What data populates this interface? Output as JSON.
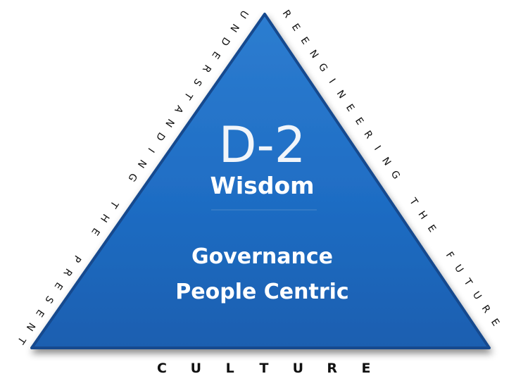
{
  "diagram": {
    "code": "D-2",
    "subtitle": "Wisdom",
    "line1": "Governance",
    "line2": "People Centric",
    "left_side_text": "UNDERSTANDING THE PRESENT",
    "right_side_text": "REENGINEERING THE FUTURE",
    "bottom_text": "CULTURE",
    "fill_color": "#1f6fc3",
    "edge_color": "#123f7a"
  }
}
